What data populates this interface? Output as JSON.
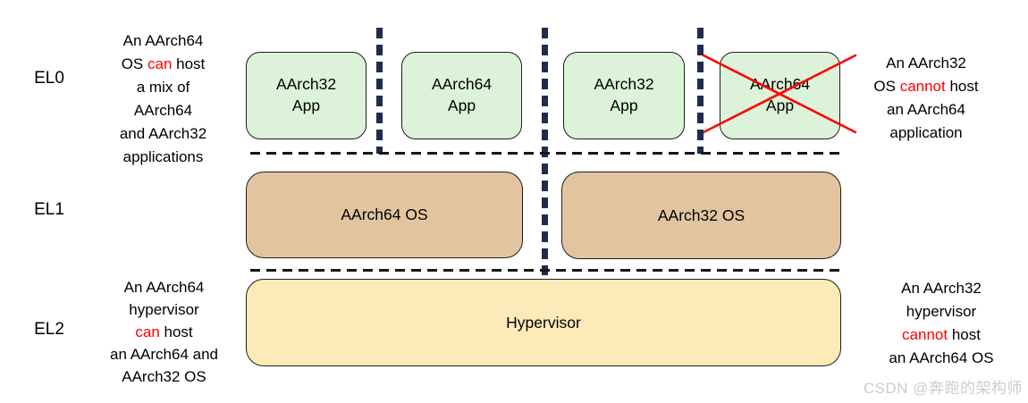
{
  "el_labels": [
    {
      "label": "EL0"
    },
    {
      "label": "EL1"
    },
    {
      "label": "EL2"
    }
  ],
  "apps": [
    {
      "label": "AArch32\nApp",
      "crossed": false
    },
    {
      "label": "AArch64\nApp",
      "crossed": false
    },
    {
      "label": "AArch32\nApp",
      "crossed": false
    },
    {
      "label": "AArch64\nApp",
      "crossed": true
    }
  ],
  "os_boxes": [
    {
      "label": "AArch64 OS"
    },
    {
      "label": "AArch32 OS"
    }
  ],
  "hypervisor": {
    "label": "Hypervisor"
  },
  "annotations": {
    "el0_left": [
      [
        {
          "t": "An AArch64"
        }
      ],
      [
        {
          "t": "OS "
        },
        {
          "t": "can",
          "red": true
        },
        {
          "t": " host"
        }
      ],
      [
        {
          "t": "a mix of"
        }
      ],
      [
        {
          "t": "AArch64"
        }
      ],
      [
        {
          "t": "and AArch32"
        }
      ],
      [
        {
          "t": "applications"
        }
      ]
    ],
    "el0_right": [
      [
        {
          "t": "An AArch32"
        }
      ],
      [
        {
          "t": "OS "
        },
        {
          "t": "cannot",
          "red": true
        },
        {
          "t": " host"
        }
      ],
      [
        {
          "t": "an AArch64"
        }
      ],
      [
        {
          "t": "application"
        }
      ]
    ],
    "el2_left": [
      [
        {
          "t": "An AArch64"
        }
      ],
      [
        {
          "t": "hypervisor"
        }
      ],
      [
        {
          "t": "can",
          "red": true
        },
        {
          "t": " host"
        }
      ],
      [
        {
          "t": "an AArch64 and"
        }
      ],
      [
        {
          "t": "AArch32 OS"
        }
      ]
    ],
    "el2_right": [
      [
        {
          "t": "An AArch32"
        }
      ],
      [
        {
          "t": "hypervisor"
        }
      ],
      [
        {
          "t": "cannot",
          "red": true
        },
        {
          "t": " host"
        }
      ],
      [
        {
          "t": "an AArch64 OS"
        }
      ]
    ]
  },
  "watermark": "CSDN @奔跑的架构师",
  "colors": {
    "app_fill": "#ddf3d9",
    "os_fill": "#e2c5a0",
    "hyp_fill": "#fdeab9",
    "divider": "#1f2c4d",
    "hline": "#161616",
    "cross": "#ff0000",
    "highlight": "#ff0000"
  }
}
